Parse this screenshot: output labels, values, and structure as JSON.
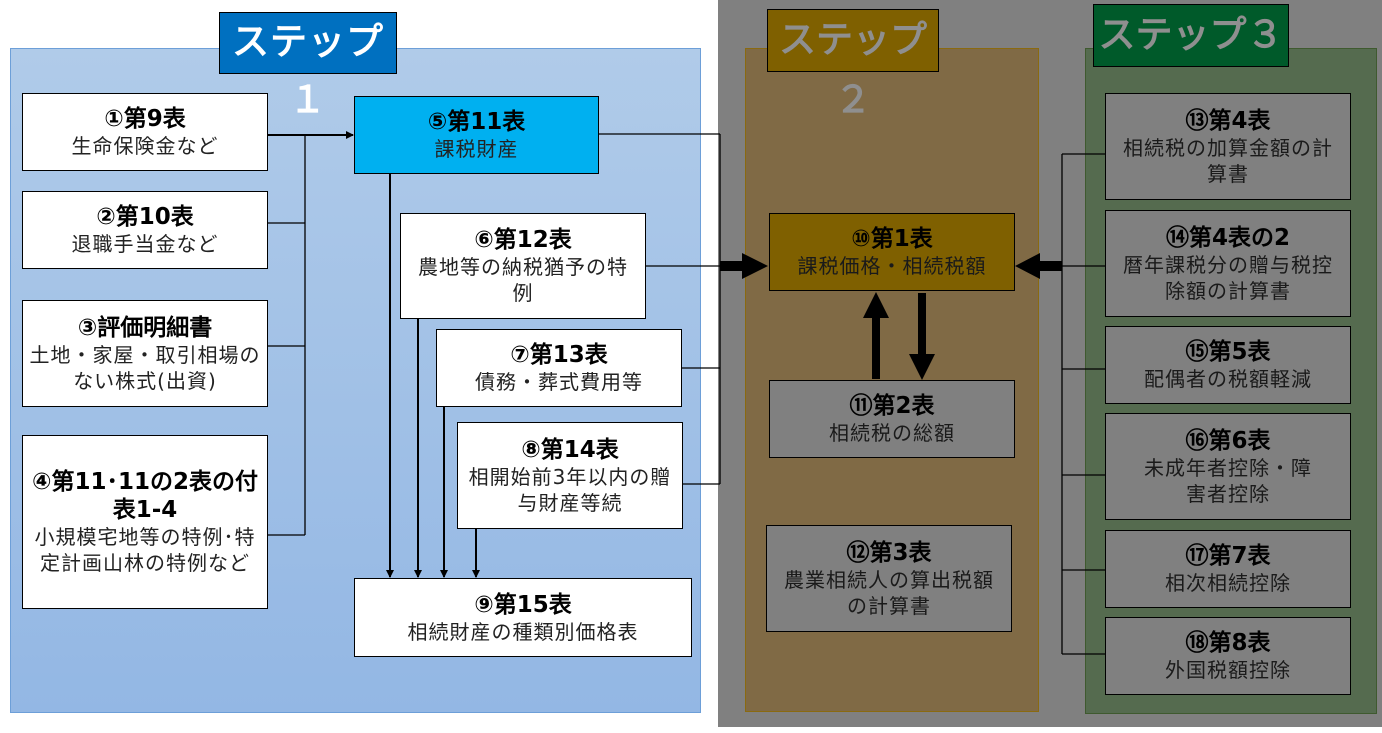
{
  "steps": {
    "step1": {
      "title": "ステップ１",
      "color": "#0070c0"
    },
    "step2": {
      "title": "ステップ２",
      "color": "#7f6000"
    },
    "step3": {
      "title": "ステップ３",
      "color": "#005a2a"
    }
  },
  "step1_boxes": [
    {
      "id": "b1",
      "title": "①第9表",
      "subtitle": "生命保険金など"
    },
    {
      "id": "b2",
      "title": "②第10表",
      "subtitle": "退職手当金など"
    },
    {
      "id": "b3",
      "title": "③評価明細書",
      "subtitle": "土地・家屋・取引相場のない株式(出資)"
    },
    {
      "id": "b4",
      "title": "④第11･11の2表の付表1-4",
      "subtitle": "小規模宅地等の特例･特定計画山林の特例など"
    },
    {
      "id": "b5",
      "title": "⑤第11表",
      "subtitle": "課税財産"
    },
    {
      "id": "b6",
      "title": "⑥第12表",
      "subtitle": "農地等の納税猶予の特例"
    },
    {
      "id": "b7",
      "title": "⑦第13表",
      "subtitle": "債務・葬式費用等"
    },
    {
      "id": "b8",
      "title": "⑧第14表",
      "subtitle": "相開始前3年以内の贈与財産等続"
    },
    {
      "id": "b9",
      "title": "⑨第15表",
      "subtitle": "相続財産の種類別価格表"
    }
  ],
  "step2_boxes": [
    {
      "id": "b10",
      "title": "⑩第1表",
      "subtitle": "課税価格・相続税額"
    },
    {
      "id": "b11",
      "title": "⑪第2表",
      "subtitle": "相続税の総額"
    },
    {
      "id": "b12",
      "title": "⑫第3表",
      "subtitle": "農業相続人の算出税額の計算書"
    }
  ],
  "step3_boxes": [
    {
      "id": "b13",
      "title": "⑬第4表",
      "subtitle": "相続税の加算金額の計算書"
    },
    {
      "id": "b14",
      "title": "⑭第4表の2",
      "subtitle": "暦年課税分の贈与税控除額の計算書"
    },
    {
      "id": "b15",
      "title": "⑮第5表",
      "subtitle": "配偶者の税額軽減"
    },
    {
      "id": "b16",
      "title": "⑯第6表",
      "subtitle": "未成年者控除・障害者控除"
    },
    {
      "id": "b17",
      "title": "⑰第7表",
      "subtitle": "相次相続控除"
    },
    {
      "id": "b18",
      "title": "⑱第8表",
      "subtitle": "外国税額控除"
    }
  ]
}
